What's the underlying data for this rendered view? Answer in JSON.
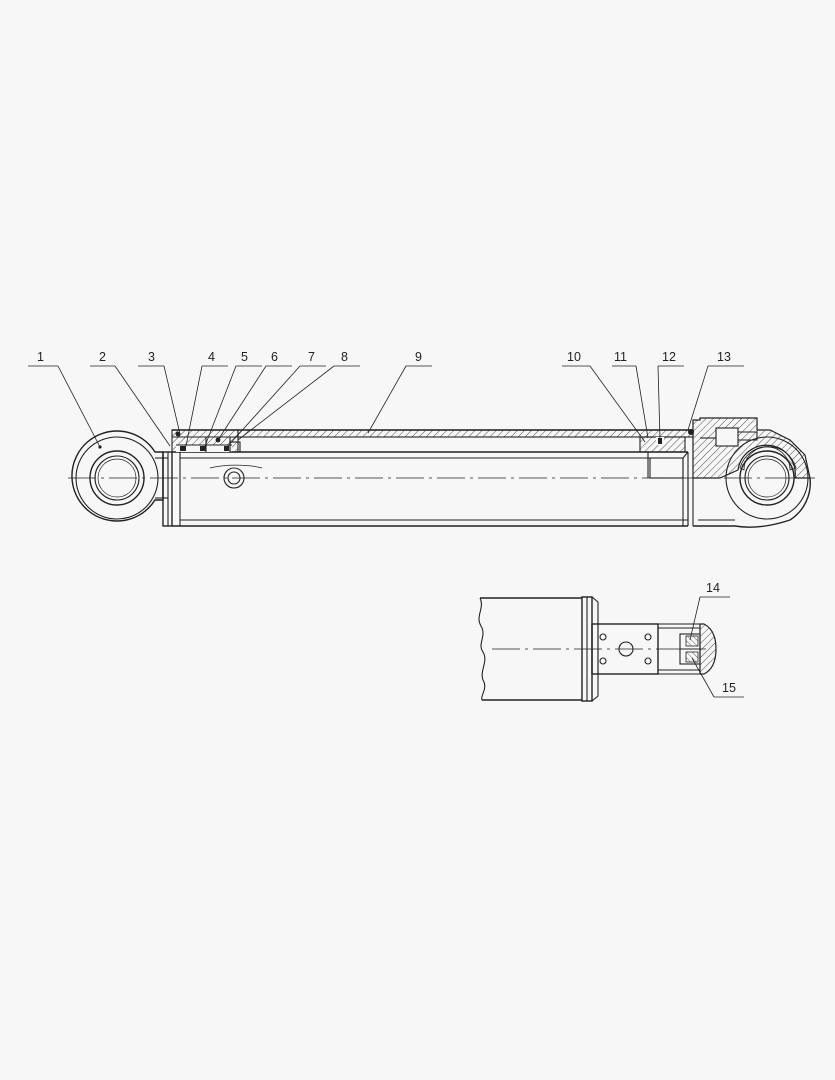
{
  "callouts": {
    "c1": "1",
    "c2": "2",
    "c3": "3",
    "c4": "4",
    "c5": "5",
    "c6": "6",
    "c7": "7",
    "c8": "8",
    "c9": "9",
    "c10": "10",
    "c11": "11",
    "c12": "12",
    "c13": "13",
    "c14": "14",
    "c15": "15"
  },
  "colors": {
    "line": "#222222",
    "background": "#f7f7f7"
  }
}
